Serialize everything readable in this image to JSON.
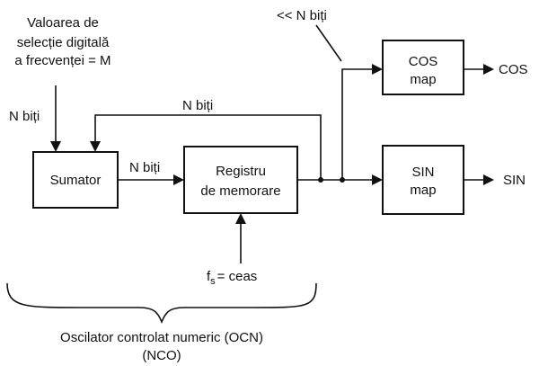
{
  "input_label": {
    "line1": "Valoarea de",
    "line2": "selecție digitală",
    "line3": "a frecvenței = M"
  },
  "bits_input": "N biți",
  "bits_feedback": "N biți",
  "bits_to_register": "N biți",
  "bits_shift": "<< N biți",
  "blocks": {
    "adder": "Sumator",
    "register_line1": "Registru",
    "register_line2": "de memorare",
    "cos_line1": "COS",
    "cos_line2": "map",
    "sin_line1": "SIN",
    "sin_line2": "map"
  },
  "outputs": {
    "cos": "COS",
    "sin": "SIN"
  },
  "clock": {
    "symbol": "f",
    "subscript": "s",
    "rest": "= ceas"
  },
  "caption": {
    "line1": "Oscilator controlat numeric (OCN)",
    "line2": "(NCO)"
  }
}
